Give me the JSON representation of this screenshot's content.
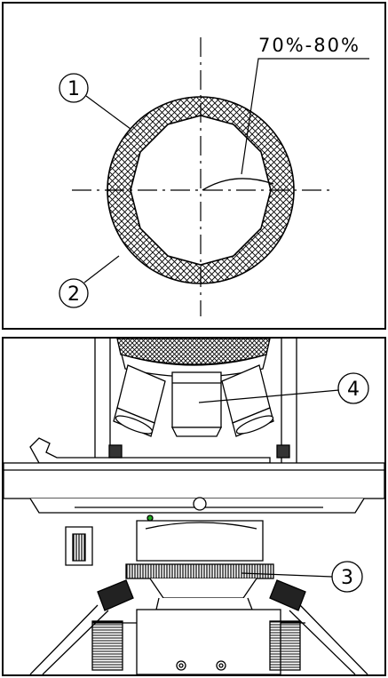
{
  "top_figure": {
    "percent_label": "70%-80%",
    "callouts": [
      {
        "id": "1",
        "label": "1"
      },
      {
        "id": "2",
        "label": "2"
      }
    ]
  },
  "bottom_figure": {
    "callouts": [
      {
        "id": "3",
        "label": "3"
      },
      {
        "id": "4",
        "label": "4"
      }
    ]
  }
}
